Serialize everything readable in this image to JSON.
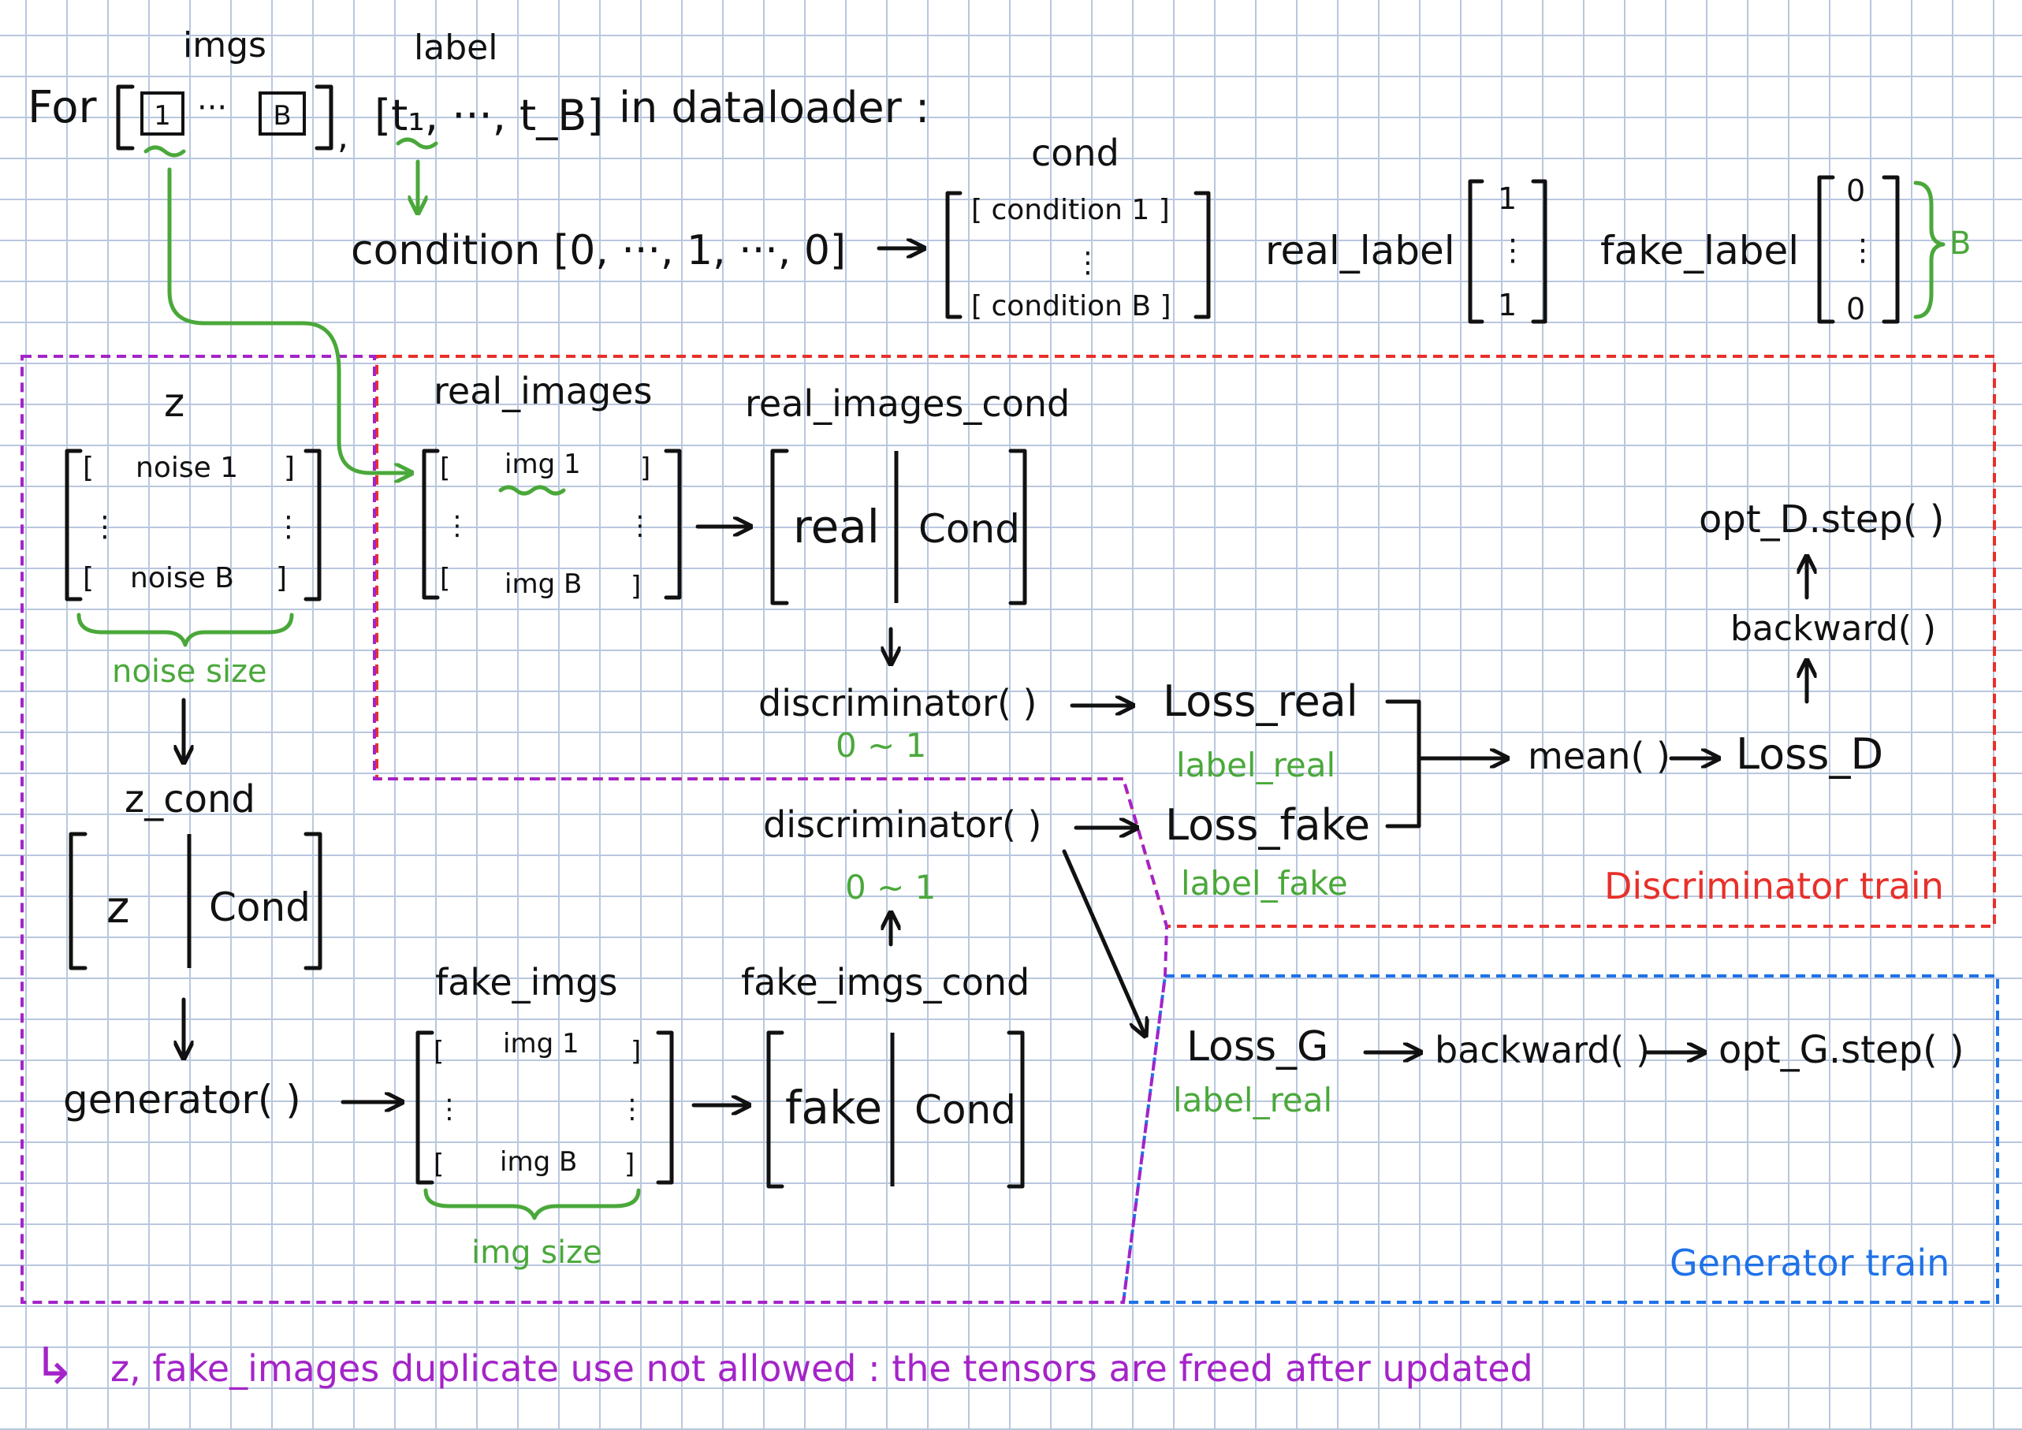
{
  "header": {
    "for_kw": "For",
    "imgs_label": "imgs",
    "label_label": "label",
    "img_first": "1",
    "dots": "···",
    "img_last": "B",
    "comma": ",",
    "labels_seq": "[t₁, ···, t_B]",
    "in_dataloader": "in dataloader :"
  },
  "condition_row": {
    "condition_text": "condition [0, ···, 1, ···, 0]",
    "cond_title": "cond",
    "cond_row_1": "[ condition 1 ]",
    "cond_vdots": "⋮",
    "cond_row_b": "[ condition B ]",
    "real_label_name": "real_label",
    "one_top": "1",
    "one_bottom": "1",
    "fake_label_name": "fake_label",
    "zero_top": "0",
    "zero_bottom": "0",
    "vdots": "⋮",
    "batch_label": "B"
  },
  "z_block": {
    "z_title": "z",
    "noise_1": "noise 1",
    "noise_b": "noise B",
    "noise_size": "noise size",
    "z_cond_title": "z_cond",
    "z_cell": "z",
    "cond_cell": "Cond"
  },
  "real_block": {
    "title": "real_images",
    "img_1": "img 1",
    "img_b": "img B",
    "cond_title": "real_images_cond",
    "real_cell": "real",
    "cond_cell": "Cond"
  },
  "fake_block": {
    "title": "fake_imgs",
    "img_1": "img 1",
    "img_b": "img B",
    "img_size": "img size",
    "cond_title": "fake_imgs_cond",
    "fake_cell": "fake",
    "cond_cell": "Cond",
    "generator": "generator( )"
  },
  "discriminator": {
    "disc_1": "discriminator( )",
    "range_1": "0 ~ 1",
    "disc_2": "discriminator( )",
    "range_2": "0 ~ 1",
    "loss_real": "Loss_real",
    "label_real": "label_real",
    "loss_fake": "Loss_fake",
    "label_fake": "label_fake",
    "mean": "mean( )",
    "loss_d": "Loss_D",
    "backward": "backward( )",
    "opt_step": "opt_D.step( )",
    "section_label": "Discriminator train"
  },
  "generator_train": {
    "loss_g": "Loss_G",
    "label_real": "label_real",
    "backward": "backward( )",
    "opt_step": "opt_G.step( )",
    "section_label": "Generator train"
  },
  "footnote": {
    "arrow": "↳",
    "text": "z, fake_images  duplicate use not allowed :  the tensors are freed after updated"
  },
  "colors": {
    "ink": "#111111",
    "green": "#4aa83a",
    "red": "#e8302a",
    "blue": "#1f72e8",
    "purple": "#a424c8",
    "grid": "#b9c7de"
  }
}
